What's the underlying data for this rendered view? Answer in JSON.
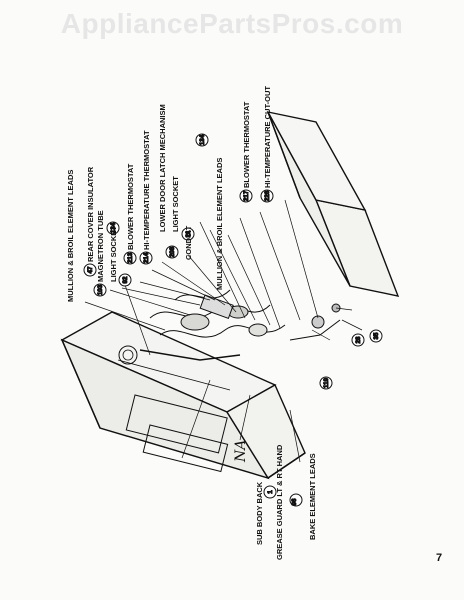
{
  "watermark": "AppliancePartsPros.com",
  "page_number": "7",
  "labels": {
    "mullion_broil": "MULLION & BROIL ELEMENT LEADS",
    "rear_cover": "REAR COVER INSULATOR",
    "magnetron": "MAGNETRON TUBE",
    "light_socket_1": "LIGHT SOCKET",
    "blower_thermostat_1": "BLOWER THERMOSTAT",
    "hi_temp_thermostat": "HI-TEMPERATURE THERMOSTAT",
    "conduit": "CONDUIT",
    "lower_door_latch": "LOWER DOOR LATCH MECHANISM",
    "light_socket_2": "LIGHT SOCKET",
    "mullion_broil_2": "MULLION & BROIL ELEMENT LEADS",
    "blower_thermostat_2": "BLOWER THERMOSTAT",
    "hi_temp_cutout": "HI-TEMPERATURE CUT-OUT",
    "bake_element": "BAKE ELEMENT LEADS",
    "sub_body_back": "SUB BODY BACK",
    "grease_guard": "GREASE GUARD LT & RT HAND",
    "handwritten_na": "NA"
  },
  "callouts": {
    "rear_cover": "47",
    "magnetron": "103",
    "light_socket_1": "134",
    "blower_thermostat_1": "213",
    "hi_temp_thermostat": "214",
    "conduit": "21",
    "lower_door_latch": "23",
    "light_socket_2": "134",
    "blower_thermostat_2": "217",
    "hi_temp_cutout": "226",
    "left_a": "92",
    "left_b": "208",
    "right_a": "119",
    "right_b": "28",
    "right_c": "35",
    "sub_body_back": "1",
    "grease_guard": "96"
  }
}
